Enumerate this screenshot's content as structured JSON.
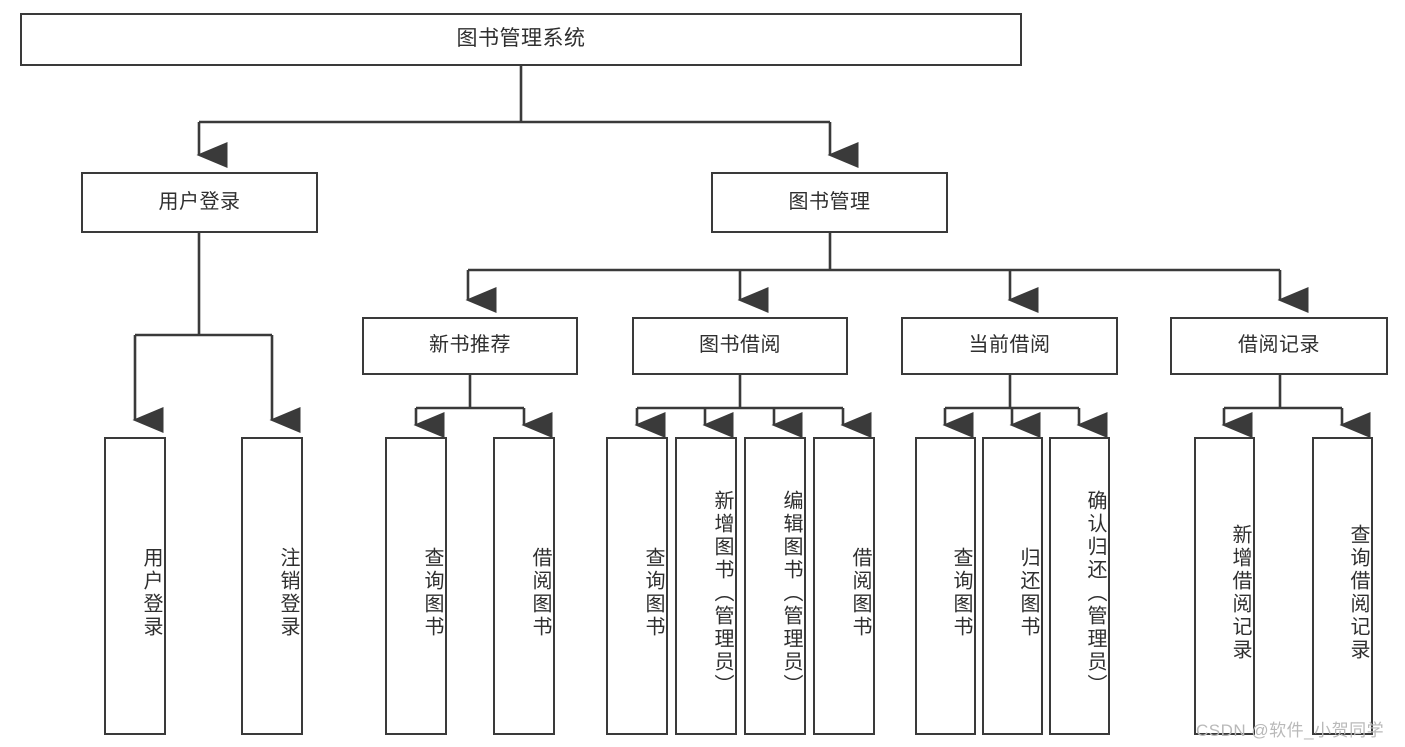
{
  "diagram": {
    "type": "tree-hierarchy",
    "title": "图书管理系统",
    "colors": {
      "box_border": "#3a3a3a",
      "box_fill": "#ffffff",
      "connector": "#3a3a3a",
      "text": "#2f2f2f",
      "watermark": "#b9b9b9",
      "background": "#ffffff"
    },
    "nodes": {
      "root": {
        "label": "图书管理系统"
      },
      "level2": [
        {
          "label": "用户登录"
        },
        {
          "label": "图书管理"
        }
      ],
      "level3": [
        {
          "label": "新书推荐"
        },
        {
          "label": "图书借阅"
        },
        {
          "label": "当前借阅"
        },
        {
          "label": "借阅记录"
        }
      ],
      "leaves": {
        "user_login": [
          {
            "label": "用户登录"
          },
          {
            "label": "注销登录"
          }
        ],
        "new_book_recommend": [
          {
            "label": "查询图书"
          },
          {
            "label": "借阅图书"
          }
        ],
        "book_borrow": [
          {
            "label": "查询图书"
          },
          {
            "label": "新增图书（管理员）"
          },
          {
            "label": "编辑图书（管理员）"
          },
          {
            "label": "借阅图书"
          }
        ],
        "current_borrow": [
          {
            "label": "查询图书"
          },
          {
            "label": "归还图书"
          },
          {
            "label": "确认归还（管理员）"
          }
        ],
        "borrow_record": [
          {
            "label": "新增借阅记录"
          },
          {
            "label": "查询借阅记录"
          }
        ]
      }
    },
    "watermark": "CSDN @软件_小贺同学"
  }
}
